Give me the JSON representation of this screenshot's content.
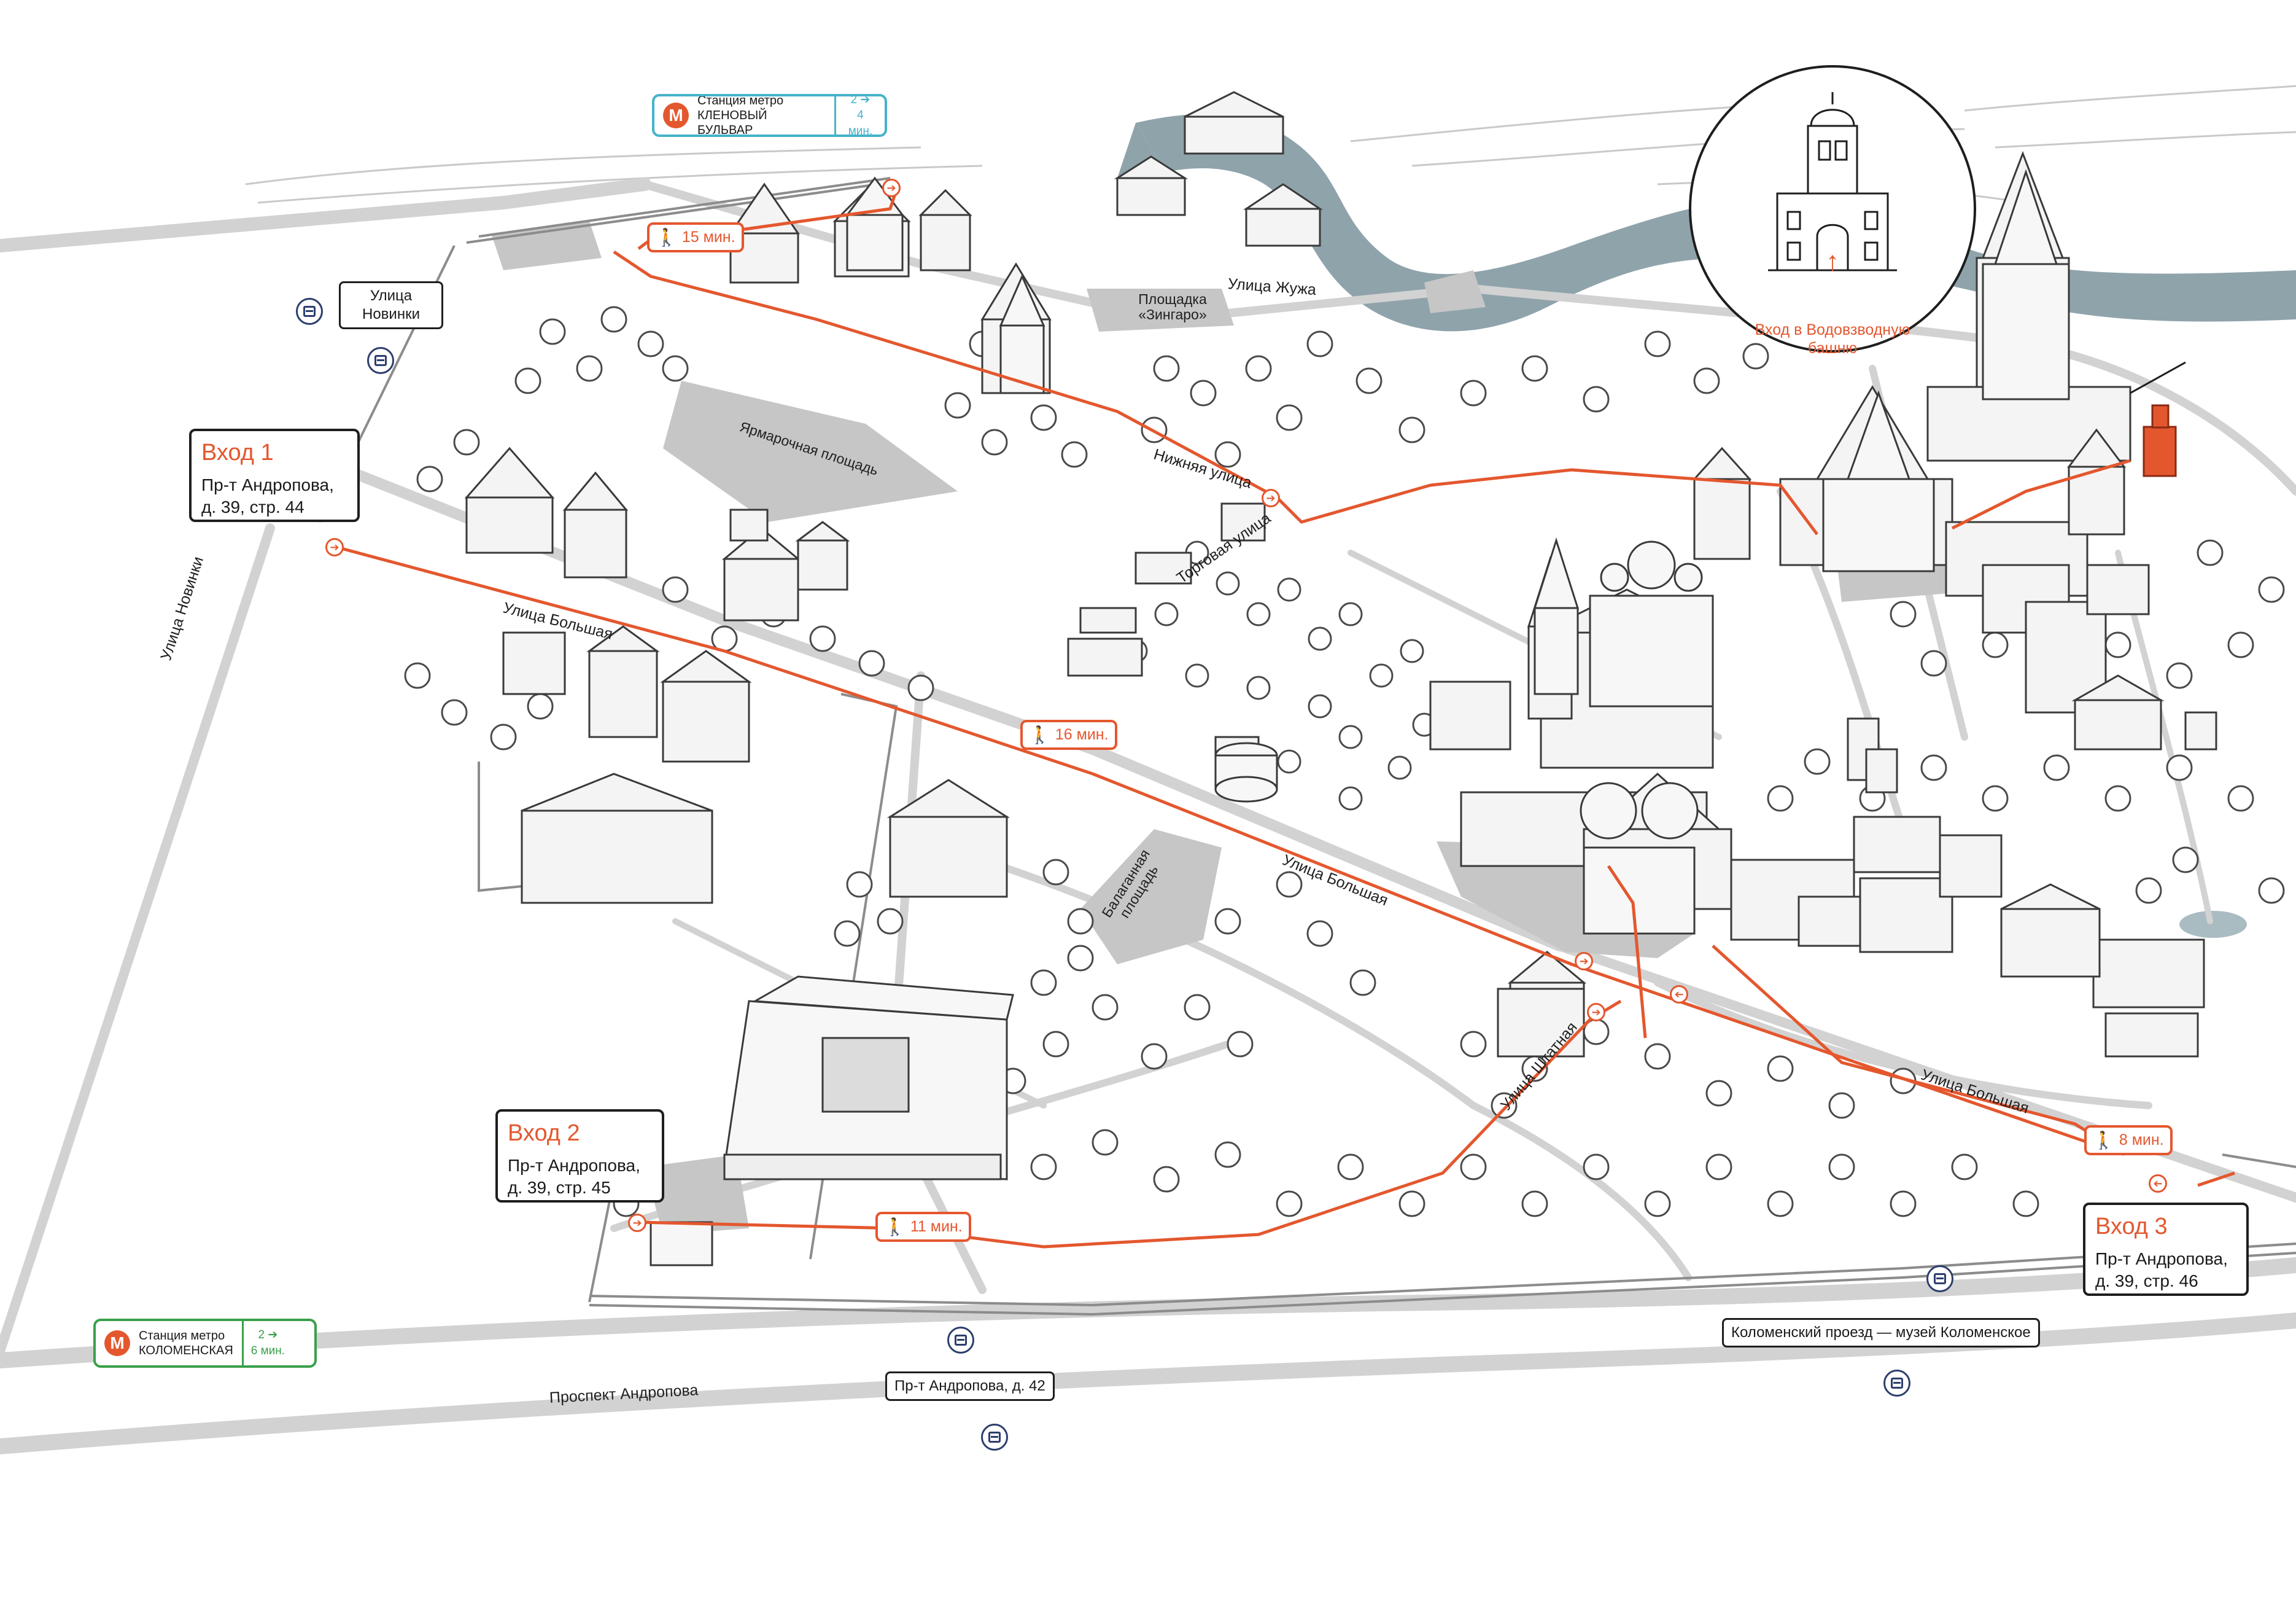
{
  "colors": {
    "route": "#e4572e",
    "river": "#8fa3ab",
    "pond": "#a9bcc2",
    "road": "#d2d2d2",
    "plaza": "#c6c6c6",
    "metro_north_border": "#46b3c9",
    "metro_south_border": "#3ba04a",
    "bus_icon": "#2c3e6d"
  },
  "streets": {
    "novinki": "Улица Новинки",
    "bolshaya_1": "Улица Большая",
    "bolshaya_2": "Улица Большая",
    "bolshaya_3": "Улица Большая",
    "zhuzha": "Улица Жужа",
    "nizhnyaya": "Нижняя улица",
    "torgovaya": "Торговая улица",
    "shtatnaya": "Улица Штатная",
    "andropova": "Проспект Андропова"
  },
  "plazas": {
    "yarmarochnaya": "Ярмарочная площадь",
    "zingaro": "Площадка «Зингаро»",
    "balagannaya": "Балаганная площадь"
  },
  "entrances": [
    {
      "title": "Вход 1",
      "address": "Пр-т Андропова, д. 39, стр. 44"
    },
    {
      "title": "Вход 2",
      "address": "Пр-т Андропова, д. 39, стр. 45"
    },
    {
      "title": "Вход 3",
      "address": "Пр-т Андропова, д. 39, стр. 46"
    }
  ],
  "metro": [
    {
      "label": "Станция метро",
      "station": "КЛЕНОВЫЙ БУЛЬВАР",
      "time_top": "2 ➔",
      "time_bottom": "4 мин.",
      "icon": "metro-m-icon"
    },
    {
      "label": "Станция метро",
      "station": "КОЛОМЕНСКАЯ",
      "time_top": "2 ➔",
      "time_bottom": "6 мин.",
      "icon": "metro-m-icon"
    }
  ],
  "bus_stops": {
    "novinki": "Улица Новинки",
    "andropova42": "Пр-т Андропова, д. 42",
    "kolomensky": "Коломенский проезд — музей Коломенское"
  },
  "walk_times": {
    "north": "15 мин.",
    "center": "16 мин.",
    "south": "11 мин.",
    "east": "8 мин."
  },
  "metro_letter": "М",
  "walk_icon": "🚶",
  "dot_arrow": "➔",
  "inset": {
    "caption": "Вход в Водовзводную башню",
    "arrow": "↑",
    "icon": "water-tower-icon"
  }
}
